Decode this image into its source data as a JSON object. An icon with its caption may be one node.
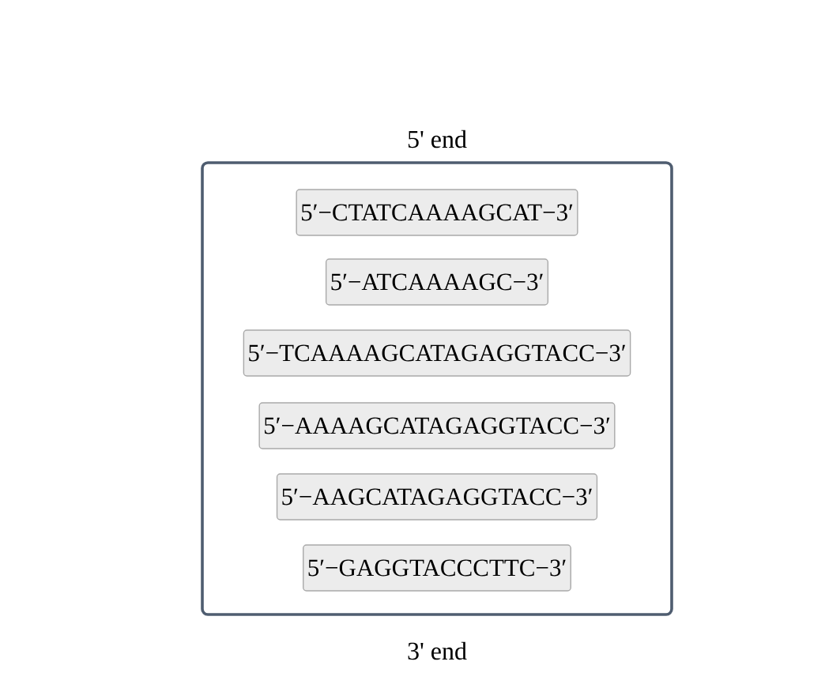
{
  "diagram": {
    "nodes": [
      {
        "text": [
          "5' end",
          "3' end"
        ]
      },
      {
        "text": [
          "5′−CTATCAAAAGCAT−3′"
        ],
        "in": 0
      },
      {
        "text": [
          "5′−ATCAAAAGC−3′"
        ],
        "in": 0
      },
      {
        "text": [
          "5′−TCAAAAGCATAGAGGTACC−3′"
        ],
        "in": 0
      },
      {
        "text": [
          "5′−AAAAGCATAGAGGTACC−3′"
        ],
        "in": 0
      },
      {
        "text": [
          "5′−AAGCATAGAGGTACC−3′"
        ],
        "in": 0
      },
      {
        "text": [
          "5′−GAGGTACCCTTC−3′"
        ],
        "in": 0
      }
    ]
  }
}
